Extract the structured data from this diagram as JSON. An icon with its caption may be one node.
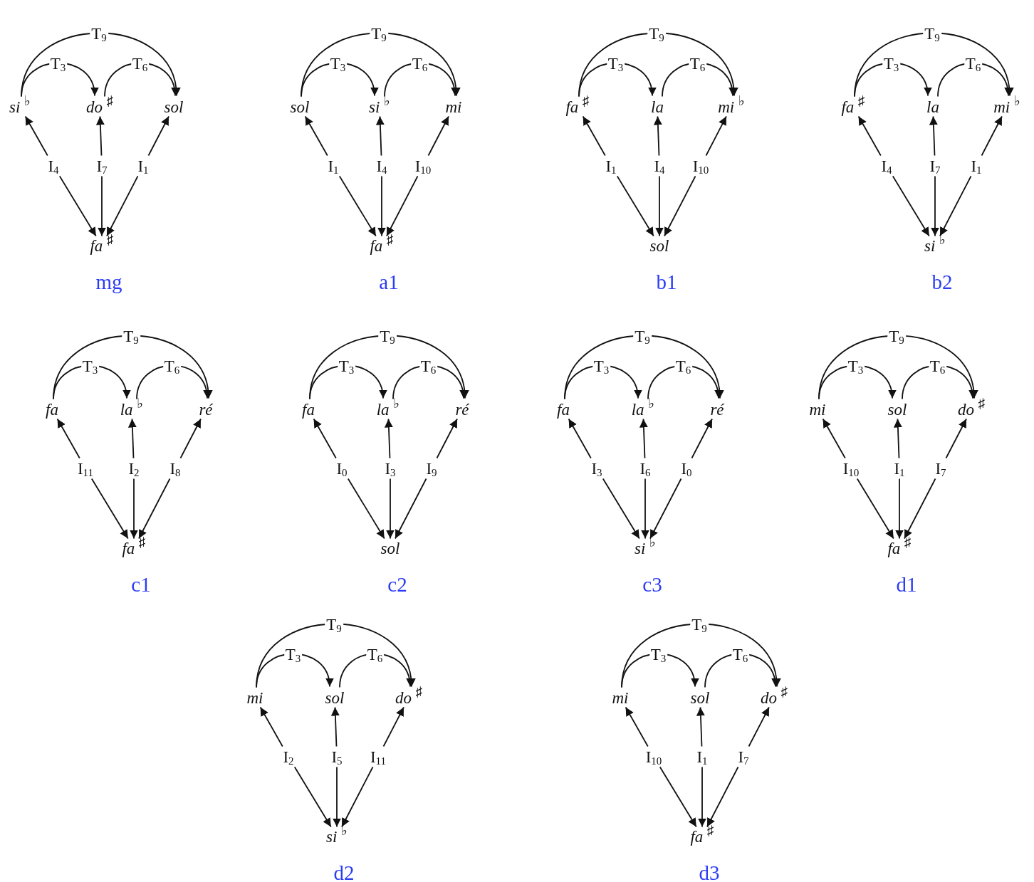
{
  "diagram": {
    "nodes": [
      {
        "text": [
          "si $^{♭}$"
        ]
      },
      {
        "text": [
          "do $^{♯}$"
        ]
      },
      {
        "text": [
          "sol"
        ]
      },
      {
        "text": [
          "I$_{4}$"
        ]
      },
      {
        "text": [
          "I$_{7}$"
        ]
      },
      {
        "text": [
          "I$_{1}$"
        ]
      },
      {
        "text": [
          "fa $^{♯}$"
        ]
      },
      {
        "text": [
          "sol"
        ]
      },
      {
        "text": [
          "si $^{♭}$"
        ]
      },
      {
        "text": [
          "mi"
        ]
      },
      {
        "text": [
          "I$_{1}$"
        ]
      },
      {
        "text": [
          "I$_{4}$"
        ]
      },
      {
        "text": [
          "I$_{10}$"
        ]
      },
      {
        "text": [
          "fa $^{♯}$"
        ]
      },
      {
        "text": [
          "fa $^{♯}$"
        ]
      },
      {
        "text": [
          "la"
        ]
      },
      {
        "text": [
          "mi $^{♭}$"
        ]
      },
      {
        "text": [
          "I$_{1}$"
        ]
      },
      {
        "text": [
          "I$_{4}$"
        ]
      },
      {
        "text": [
          "I$_{10}$"
        ]
      },
      {
        "text": [
          "sol"
        ]
      },
      {
        "text": [
          "fa $^{♯}$"
        ]
      },
      {
        "text": [
          "la"
        ]
      },
      {
        "text": [
          "mi $^{♭}$"
        ]
      },
      {
        "text": [
          "I$_{4}$"
        ]
      },
      {
        "text": [
          "I$_{7}$"
        ]
      },
      {
        "text": [
          "I$_{1}$"
        ]
      },
      {
        "text": [
          "si $^{♭}$"
        ]
      },
      {
        "text": [
          "fa"
        ]
      },
      {
        "text": [
          "la $^{♭}$"
        ]
      },
      {
        "text": [
          "ré"
        ]
      },
      {
        "text": [
          "I$_{11}$"
        ]
      },
      {
        "text": [
          "I$_{2}$"
        ]
      },
      {
        "text": [
          "I$_{8}$"
        ]
      },
      {
        "text": [
          "fa $^{♯}$"
        ]
      },
      {
        "text": [
          "fa"
        ]
      },
      {
        "text": [
          "la $^{♭}$"
        ]
      },
      {
        "text": [
          "ré"
        ]
      },
      {
        "text": [
          "I$_{0}$"
        ]
      },
      {
        "text": [
          "I$_{3}$"
        ]
      },
      {
        "text": [
          "I$_{9}$"
        ]
      },
      {
        "text": [
          "sol"
        ]
      },
      {
        "text": [
          "fa"
        ]
      },
      {
        "text": [
          "la $^{♭}$"
        ]
      },
      {
        "text": [
          "ré"
        ]
      },
      {
        "text": [
          "I$_{3}$"
        ]
      },
      {
        "text": [
          "I$_{6}$"
        ]
      },
      {
        "text": [
          "I$_{0}$"
        ]
      },
      {
        "text": [
          "si $^{♭}$"
        ]
      },
      {
        "text": [
          "mi"
        ]
      },
      {
        "text": [
          "sol"
        ]
      },
      {
        "text": [
          "do $^{♯}$"
        ]
      },
      {
        "text": [
          "I$_{10}$"
        ]
      },
      {
        "text": [
          "I$_{1}$"
        ]
      },
      {
        "text": [
          "I$_{7}$"
        ]
      },
      {
        "text": [
          "fa $^{♯}$"
        ]
      },
      {
        "text": [
          "mi"
        ]
      },
      {
        "text": [
          "sol"
        ]
      },
      {
        "text": [
          "do $^{♯}$"
        ]
      },
      {
        "text": [
          "I$_{2}$"
        ]
      },
      {
        "text": [
          "I$_{5}$"
        ]
      },
      {
        "text": [
          "I$_{11}$"
        ]
      },
      {
        "text": [
          "si $^{♭}$"
        ]
      },
      {
        "text": [
          "mi"
        ]
      },
      {
        "text": [
          "sol"
        ]
      },
      {
        "text": [
          "do $^{♯}$"
        ]
      },
      {
        "text": [
          "I$_{10}$"
        ]
      },
      {
        "text": [
          "I$_{1}$"
        ]
      },
      {
        "text": [
          "I$_{7}$"
        ]
      },
      {
        "text": [
          "fa $^{♯}$"
        ]
      }
    ],
    "edges": [
      {
        "from": 0,
        "to": 1,
        "arrow": "to",
        "label": "T$_{3}$"
      },
      {
        "from": 1,
        "to": 2,
        "arrow": "to",
        "label": "T$_{6}$"
      },
      {
        "from": 0,
        "to": 2,
        "arrow": "to",
        "label": "T$_{9}$"
      },
      {
        "from": 3,
        "to": 0,
        "arrow": "to"
      },
      {
        "from": 4,
        "to": 1,
        "arrow": "to"
      },
      {
        "from": 5,
        "to": 2,
        "arrow": "to"
      },
      {
        "from": 3,
        "to": 6,
        "arrow": "to"
      },
      {
        "from": 4,
        "to": 6,
        "arrow": "to"
      },
      {
        "from": 5,
        "to": 6,
        "arrow": "to"
      },
      {
        "from": 7,
        "to": 8,
        "arrow": "to",
        "label": "T$_{3}$"
      },
      {
        "from": 8,
        "to": 9,
        "arrow": "to",
        "label": "T$_{6}$"
      },
      {
        "from": 7,
        "to": 9,
        "arrow": "to",
        "label": "T$_{9}$"
      },
      {
        "from": 10,
        "to": 7,
        "arrow": "to"
      },
      {
        "from": 11,
        "to": 8,
        "arrow": "to"
      },
      {
        "from": 12,
        "to": 9,
        "arrow": "to"
      },
      {
        "from": 10,
        "to": 13,
        "arrow": "to"
      },
      {
        "from": 11,
        "to": 13,
        "arrow": "to"
      },
      {
        "from": 12,
        "to": 13,
        "arrow": "to"
      },
      {
        "from": 14,
        "to": 15,
        "arrow": "to",
        "label": "T$_{3}$"
      },
      {
        "from": 15,
        "to": 16,
        "arrow": "to",
        "label": "T$_{6}$"
      },
      {
        "from": 14,
        "to": 16,
        "arrow": "to",
        "label": "T$_{9}$"
      },
      {
        "from": 17,
        "to": 14,
        "arrow": "to"
      },
      {
        "from": 18,
        "to": 15,
        "arrow": "to"
      },
      {
        "from": 19,
        "to": 16,
        "arrow": "to"
      },
      {
        "from": 17,
        "to": 20,
        "arrow": "to"
      },
      {
        "from": 18,
        "to": 20,
        "arrow": "to"
      },
      {
        "from": 19,
        "to": 20,
        "arrow": "to"
      },
      {
        "from": 21,
        "to": 22,
        "arrow": "to",
        "label": "T$_{3}$"
      },
      {
        "from": 22,
        "to": 23,
        "arrow": "to",
        "label": "T$_{6}$"
      },
      {
        "from": 21,
        "to": 23,
        "arrow": "to",
        "label": "T$_{9}$"
      },
      {
        "from": 24,
        "to": 21,
        "arrow": "to"
      },
      {
        "from": 25,
        "to": 22,
        "arrow": "to"
      },
      {
        "from": 26,
        "to": 23,
        "arrow": "to"
      },
      {
        "from": 24,
        "to": 27,
        "arrow": "to"
      },
      {
        "from": 25,
        "to": 27,
        "arrow": "to"
      },
      {
        "from": 26,
        "to": 27,
        "arrow": "to"
      },
      {
        "from": 28,
        "to": 29,
        "arrow": "to",
        "label": "T$_{3}$"
      },
      {
        "from": 29,
        "to": 30,
        "arrow": "to",
        "label": "T$_{6}$"
      },
      {
        "from": 28,
        "to": 30,
        "arrow": "to",
        "label": "T$_{9}$"
      },
      {
        "from": 31,
        "to": 28,
        "arrow": "to"
      },
      {
        "from": 32,
        "to": 29,
        "arrow": "to"
      },
      {
        "from": 33,
        "to": 30,
        "arrow": "to"
      },
      {
        "from": 31,
        "to": 34,
        "arrow": "to"
      },
      {
        "from": 32,
        "to": 34,
        "arrow": "to"
      },
      {
        "from": 33,
        "to": 34,
        "arrow": "to"
      },
      {
        "from": 35,
        "to": 36,
        "arrow": "to",
        "label": "T$_{3}$"
      },
      {
        "from": 36,
        "to": 37,
        "arrow": "to",
        "label": "T$_{6}$"
      },
      {
        "from": 35,
        "to": 37,
        "arrow": "to",
        "label": "T$_{9}$"
      },
      {
        "from": 38,
        "to": 35,
        "arrow": "to"
      },
      {
        "from": 39,
        "to": 36,
        "arrow": "to"
      },
      {
        "from": 40,
        "to": 37,
        "arrow": "to"
      },
      {
        "from": 38,
        "to": 41,
        "arrow": "to"
      },
      {
        "from": 39,
        "to": 41,
        "arrow": "to"
      },
      {
        "from": 40,
        "to": 41,
        "arrow": "to"
      },
      {
        "from": 42,
        "to": 43,
        "arrow": "to",
        "label": "T$_{3}$"
      },
      {
        "from": 43,
        "to": 44,
        "arrow": "to",
        "label": "T$_{6}$"
      },
      {
        "from": 42,
        "to": 44,
        "arrow": "to",
        "label": "T$_{9}$"
      },
      {
        "from": 45,
        "to": 42,
        "arrow": "to"
      },
      {
        "from": 46,
        "to": 43,
        "arrow": "to"
      },
      {
        "from": 47,
        "to": 44,
        "arrow": "to"
      },
      {
        "from": 45,
        "to": 48,
        "arrow": "to"
      },
      {
        "from": 46,
        "to": 48,
        "arrow": "to"
      },
      {
        "from": 47,
        "to": 48,
        "arrow": "to"
      },
      {
        "from": 49,
        "to": 50,
        "arrow": "to",
        "label": "T$_{3}$"
      },
      {
        "from": 50,
        "to": 51,
        "arrow": "to",
        "label": "T$_{6}$"
      },
      {
        "from": 49,
        "to": 51,
        "arrow": "to",
        "label": "T$_{9}$"
      },
      {
        "from": 52,
        "to": 49,
        "arrow": "to"
      },
      {
        "from": 53,
        "to": 50,
        "arrow": "to"
      },
      {
        "from": 54,
        "to": 51,
        "arrow": "to"
      },
      {
        "from": 52,
        "to": 55,
        "arrow": "to"
      },
      {
        "from": 53,
        "to": 55,
        "arrow": "to"
      },
      {
        "from": 54,
        "to": 55,
        "arrow": "to"
      },
      {
        "from": 56,
        "to": 57,
        "arrow": "to",
        "label": "T$_{3}$"
      },
      {
        "from": 57,
        "to": 58,
        "arrow": "to",
        "label": "T$_{6}$"
      },
      {
        "from": 56,
        "to": 58,
        "arrow": "to",
        "label": "T$_{9}$"
      },
      {
        "from": 59,
        "to": 56,
        "arrow": "to"
      },
      {
        "from": 60,
        "to": 57,
        "arrow": "to"
      },
      {
        "from": 61,
        "to": 58,
        "arrow": "to"
      },
      {
        "from": 59,
        "to": 62,
        "arrow": "to"
      },
      {
        "from": 60,
        "to": 62,
        "arrow": "to"
      },
      {
        "from": 61,
        "to": 62,
        "arrow": "to"
      },
      {
        "from": 63,
        "to": 64,
        "arrow": "to",
        "label": "T$_{3}$"
      },
      {
        "from": 64,
        "to": 65,
        "arrow": "to",
        "label": "T$_{6}$"
      },
      {
        "from": 63,
        "to": 65,
        "arrow": "to",
        "label": "T$_{9}$"
      },
      {
        "from": 66,
        "to": 63,
        "arrow": "to"
      },
      {
        "from": 67,
        "to": 64,
        "arrow": "to"
      },
      {
        "from": 68,
        "to": 65,
        "arrow": "to"
      },
      {
        "from": 66,
        "to": 69,
        "arrow": "to"
      },
      {
        "from": 67,
        "to": 69,
        "arrow": "to"
      },
      {
        "from": 68,
        "to": 69,
        "arrow": "to"
      }
    ],
    "labels": [
      "mg",
      "a1",
      "b1",
      "b2",
      "c1",
      "c2",
      "c3",
      "d1",
      "d2",
      "d3"
    ]
  }
}
